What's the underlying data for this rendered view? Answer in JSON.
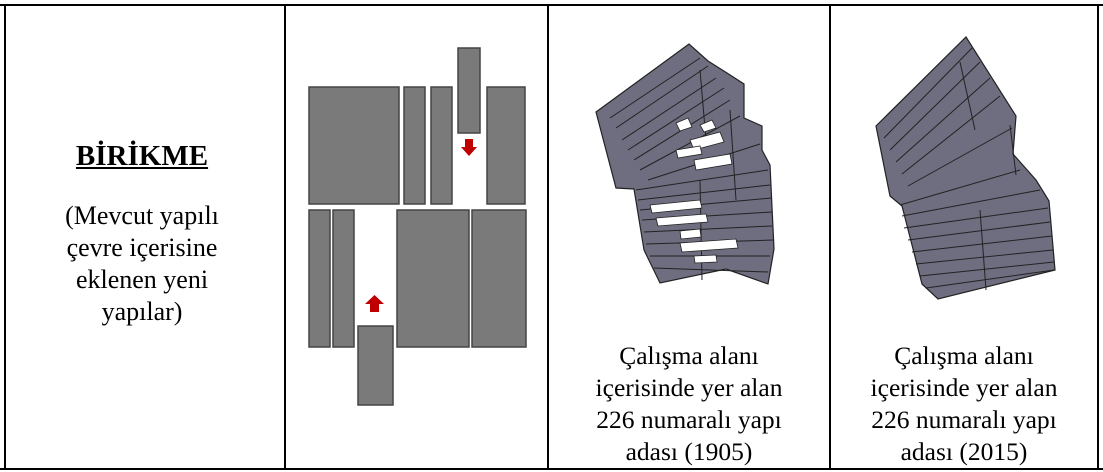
{
  "concept": {
    "title": "BİRİKME",
    "description": "(Mevcut yapılı\nçevre içerisine\neklenen yeni\nyapılar)"
  },
  "figures": [
    {
      "caption": "Çalışma alanı\niçerisinde yer alan\n226 numaralı yapı\nadası (1905)"
    },
    {
      "caption": "Çalışma alanı\niçerisinde yer alan\n226 numaralı yapı\nadası (2015)"
    }
  ],
  "colors": {
    "block_fill": "#7a7a7a",
    "parcel_fill": "#6e6e80",
    "arrow": "#c00000",
    "border": "#000000"
  }
}
